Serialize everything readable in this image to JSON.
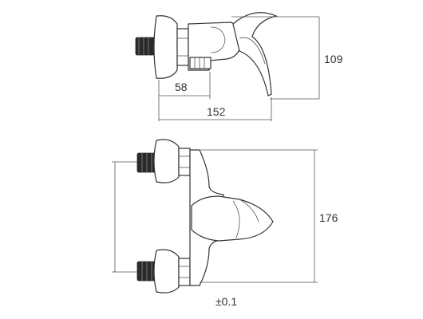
{
  "dimensions": {
    "side_height": "109",
    "side_inner_width": "58",
    "side_total_width": "152",
    "front_height": "176",
    "tolerance": "±0.1"
  },
  "colors": {
    "line": "#333333",
    "thread": "#2a2a2a",
    "background": "#ffffff"
  }
}
